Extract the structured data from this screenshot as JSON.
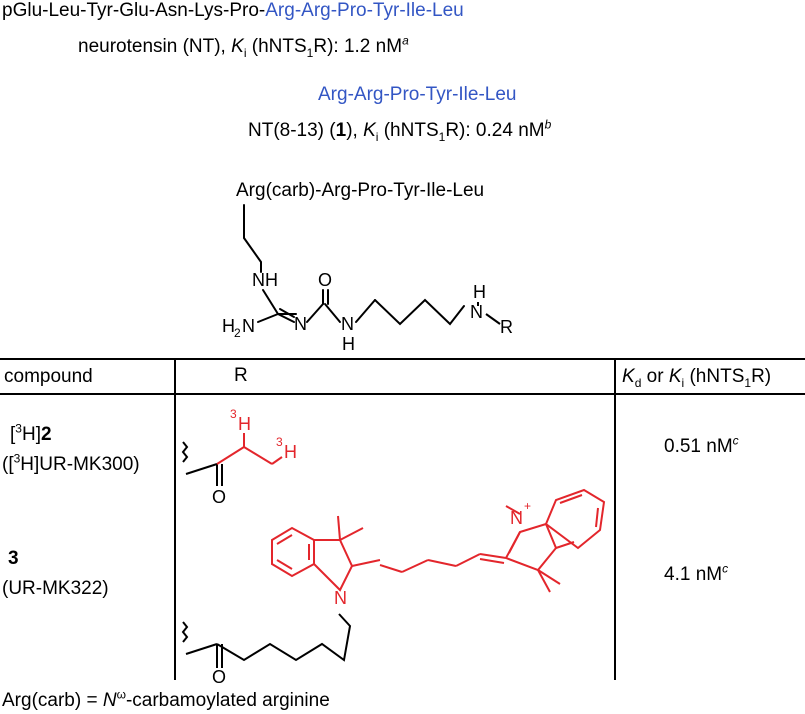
{
  "peptides": {
    "nt_prefix": "pGlu-Leu-Tyr-Glu-Asn-Lys-Pro-",
    "nt_suffix": "Arg-Arg-Pro-Tyr-Ile-Leu",
    "nt_label": "neurotensin (NT), ",
    "nt_ki": "K",
    "nt_ki_sub": "i",
    "nt_target_pre": " (hNTS",
    "nt_target_sub": "1",
    "nt_target_post": "R):  1.2 nM",
    "nt_note": "a",
    "fragment_seq": "Arg-Arg-Pro-Tyr-Ile-Leu",
    "fragment_label_pre": "NT(8-13) (",
    "fragment_label_bold": "1",
    "fragment_label_post": "), ",
    "fragment_ki": "K",
    "fragment_ki_sub": "i",
    "fragment_target_pre": " (hNTS",
    "fragment_target_sub": "1",
    "fragment_target_post": "R):  0.24 nM",
    "fragment_note": "b",
    "scaffold_seq": "Arg(carb)-Arg-Pro-Tyr-Ile-Leu"
  },
  "scaffold_atoms": {
    "nh_top": "NH",
    "o": "O",
    "h2n": "H",
    "h2n_sub": "2",
    "h2n_n": "N",
    "n_mid": "N",
    "n_right": "N",
    "h_right": "H",
    "h_amine": "H",
    "n_amine": "N",
    "r": "R"
  },
  "table": {
    "headers": {
      "compound": "compound",
      "r": "R",
      "kd": "K",
      "kd_sub": "d",
      "or": " or ",
      "ki": "K",
      "ki_sub": "i",
      "target_pre": " (hNTS",
      "target_sub": "1",
      "target_post": "R)"
    },
    "rows": [
      {
        "label_sup": "3",
        "label_pre": "[",
        "label_mid": "H]",
        "label_bold": "2",
        "alias_pre": "([",
        "alias_sup": "3",
        "alias_post": "H]UR-MK300)",
        "value": "0.51 nM",
        "note": "c",
        "r_atoms": {
          "h1_sup": "3",
          "h1": "H",
          "h2_sup": "3",
          "h2": "H",
          "o": "O"
        }
      },
      {
        "label_bold": "3",
        "alias": "(UR-MK322)",
        "value": "4.1 nM",
        "note": "c",
        "r_atoms": {
          "n_plus": "N",
          "plus": "+",
          "n": "N",
          "o": "O"
        }
      }
    ]
  },
  "footnote": {
    "pre": "Arg(carb) = ",
    "n": "N",
    "omega": "ω",
    "post": "-carbamoylated arginine"
  },
  "colors": {
    "highlight_blue": "#3356c4",
    "structure_red": "#e3262c",
    "text": "#000000"
  }
}
